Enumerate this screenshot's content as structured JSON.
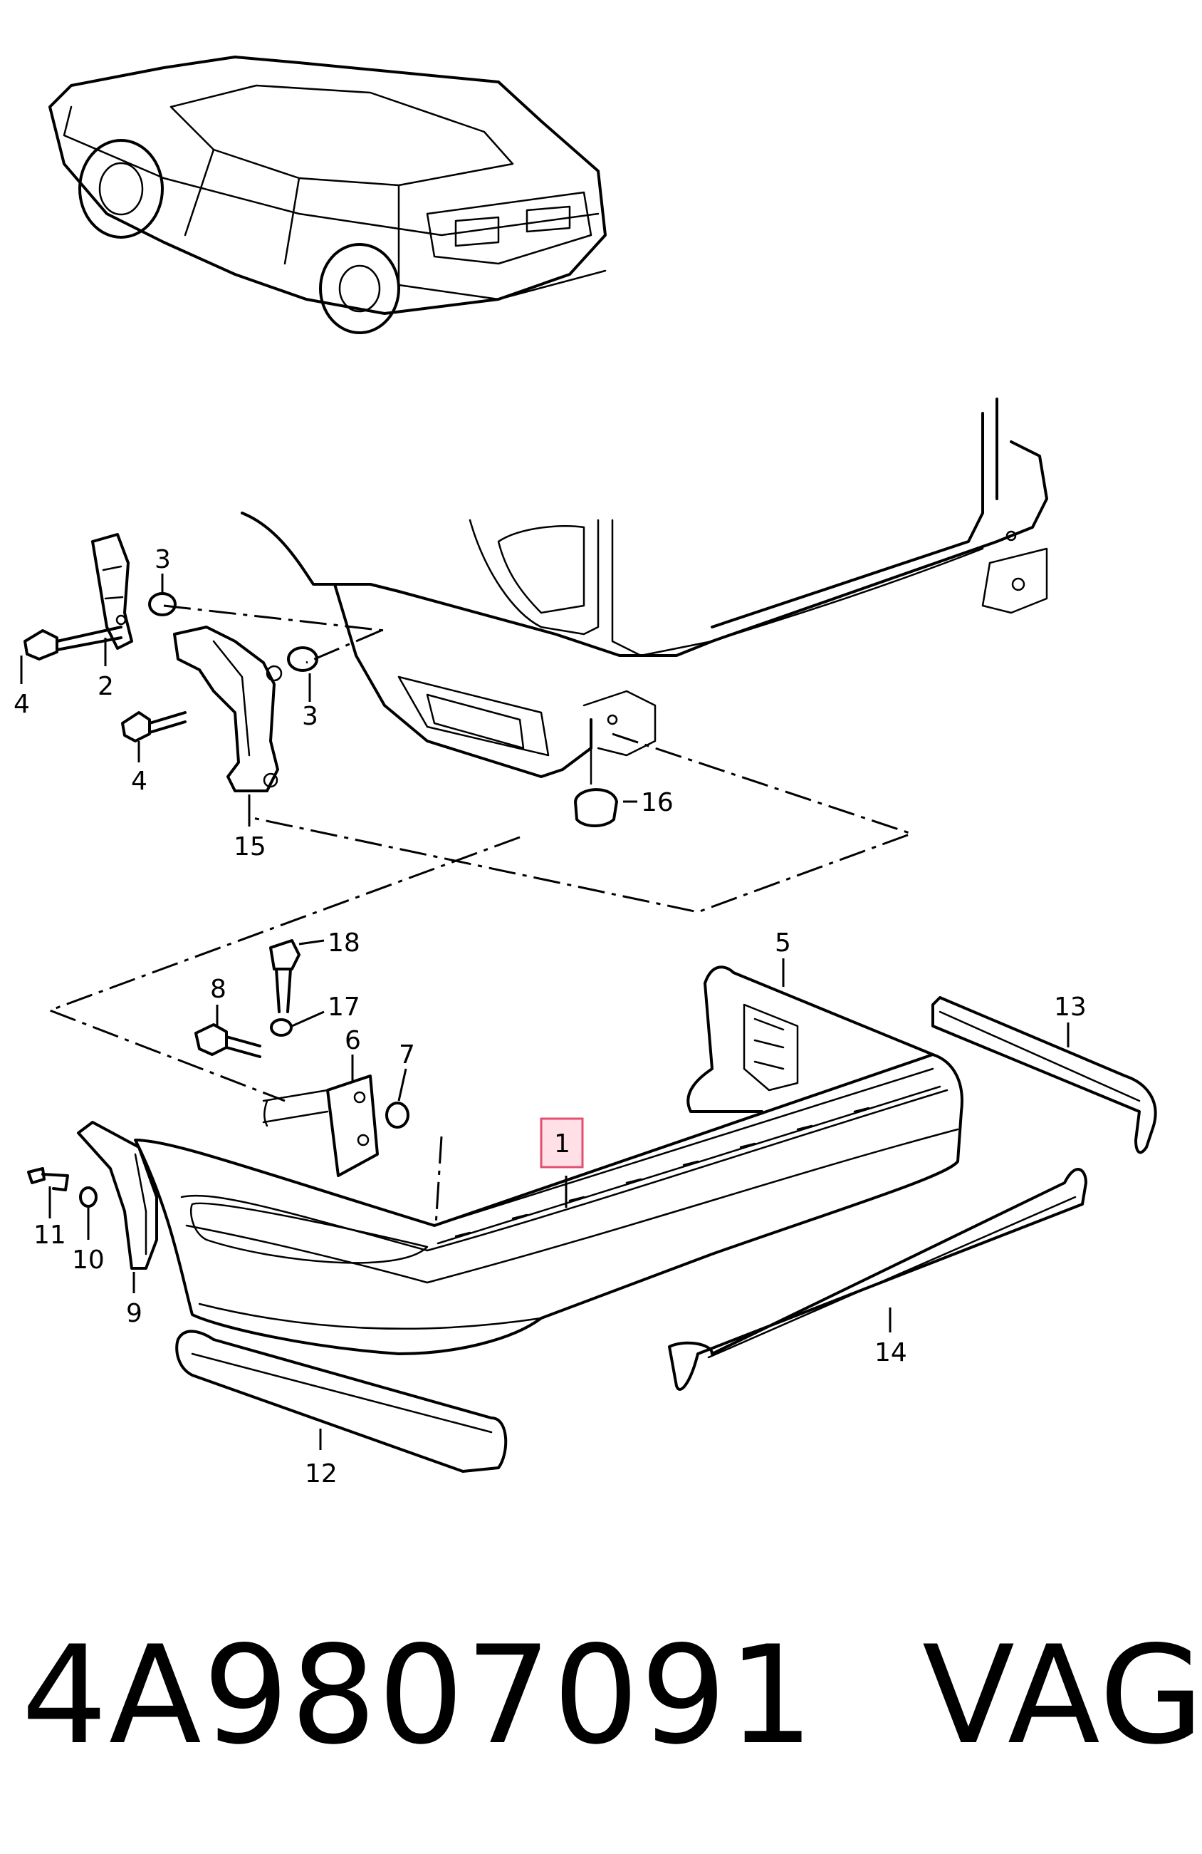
{
  "callouts": {
    "c1": "1",
    "c2": "2",
    "c3a": "3",
    "c3b": "3",
    "c4a": "4",
    "c4b": "4",
    "c5": "5",
    "c6": "6",
    "c7": "7",
    "c8": "8",
    "c9": "9",
    "c10": "10",
    "c11": "11",
    "c12": "12",
    "c13": "13",
    "c14": "14",
    "c15": "15",
    "c16": "16",
    "c17": "17",
    "c18": "18"
  },
  "highlighted_callout": "1",
  "footer": {
    "part_number": "4A9807091",
    "brand": "VAG"
  },
  "colors": {
    "line": "#000000",
    "highlight_border": "#e05070",
    "highlight_fill": "#ffe0e6"
  }
}
